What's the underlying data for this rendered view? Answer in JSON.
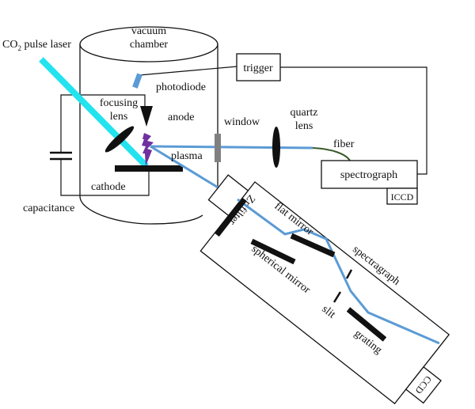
{
  "diagram": {
    "title": "Laser-triggered discharge plasma EUV spectroscopy setup",
    "labels": {
      "laser": "CO",
      "laser_sub": "2",
      "laser_rest": " pulse laser",
      "vacuum_chamber_line1": "vacuum",
      "vacuum_chamber_line2": "chamber",
      "trigger": "trigger",
      "photodiode": "photodiode",
      "focusing_lens_line1": "focusing",
      "focusing_lens_line2": "lens",
      "anode": "anode",
      "window": "window",
      "quartz_lens_line1": "quartz",
      "quartz_lens_line2": "lens",
      "fiber": "fiber",
      "plasma": "plasma",
      "cathode": "cathode",
      "capacitance": "capacitance",
      "spectrograph_box": "spectrograph",
      "iccd": "ICCD",
      "flat_mirror": "flat mirror",
      "spectragraph": "spectragraph",
      "zr_filter": "Zr filter",
      "spherical_mirror": "spherical mirror",
      "slit": "slit",
      "grating": "grating",
      "ccd": "CCD"
    },
    "colors": {
      "laser_beam": "#22e3ee",
      "optical_path": "#5b9bd5",
      "plasma": "#7030a0",
      "photodiode": "#5b9bd5",
      "window": "#808080",
      "fiber": "#3a5a2a",
      "line": "#111111"
    }
  }
}
